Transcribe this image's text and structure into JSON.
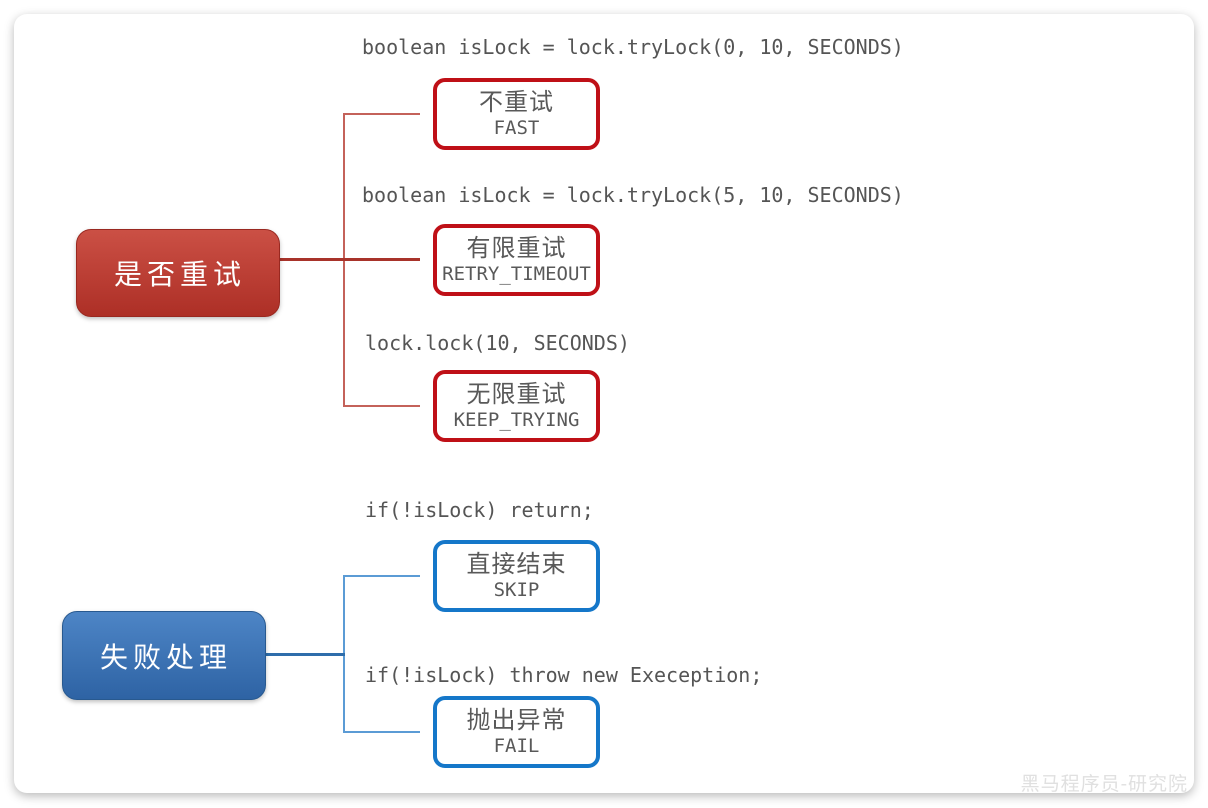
{
  "watermark": "黑马程序员-研究院",
  "colors": {
    "retry_box_border": "#bf1017",
    "retry_node_gradient_top": "#cb5045",
    "retry_node_gradient_bottom": "#ad2f26",
    "retry_line_thick": "#a8332a",
    "retry_line_thin": "#c4625a",
    "fail_box_border": "#1577c9",
    "fail_node_gradient_top": "#4d85c6",
    "fail_node_gradient_bottom": "#2e63a4",
    "fail_line_thick": "#2e6dab",
    "fail_line_thin": "#5b9bd5",
    "box_text": "#595959",
    "code_text": "#555555"
  },
  "retry_group": {
    "root_label": "是否重试",
    "branches": [
      {
        "code": "boolean isLock = lock.tryLock(0, 10, SECONDS)",
        "title": "不重试",
        "mode": "FAST"
      },
      {
        "code": "boolean isLock = lock.tryLock(5, 10, SECONDS)",
        "title": "有限重试",
        "mode": "RETRY_TIMEOUT"
      },
      {
        "code": "lock.lock(10, SECONDS)",
        "title": "无限重试",
        "mode": "KEEP_TRYING"
      }
    ]
  },
  "failure_group": {
    "root_label": "失败处理",
    "branches": [
      {
        "code": "if(!isLock) return;",
        "title": "直接结束",
        "mode": "SKIP"
      },
      {
        "code": "if(!isLock) throw new Exeception;",
        "title": "抛出异常",
        "mode": "FAIL"
      }
    ]
  }
}
